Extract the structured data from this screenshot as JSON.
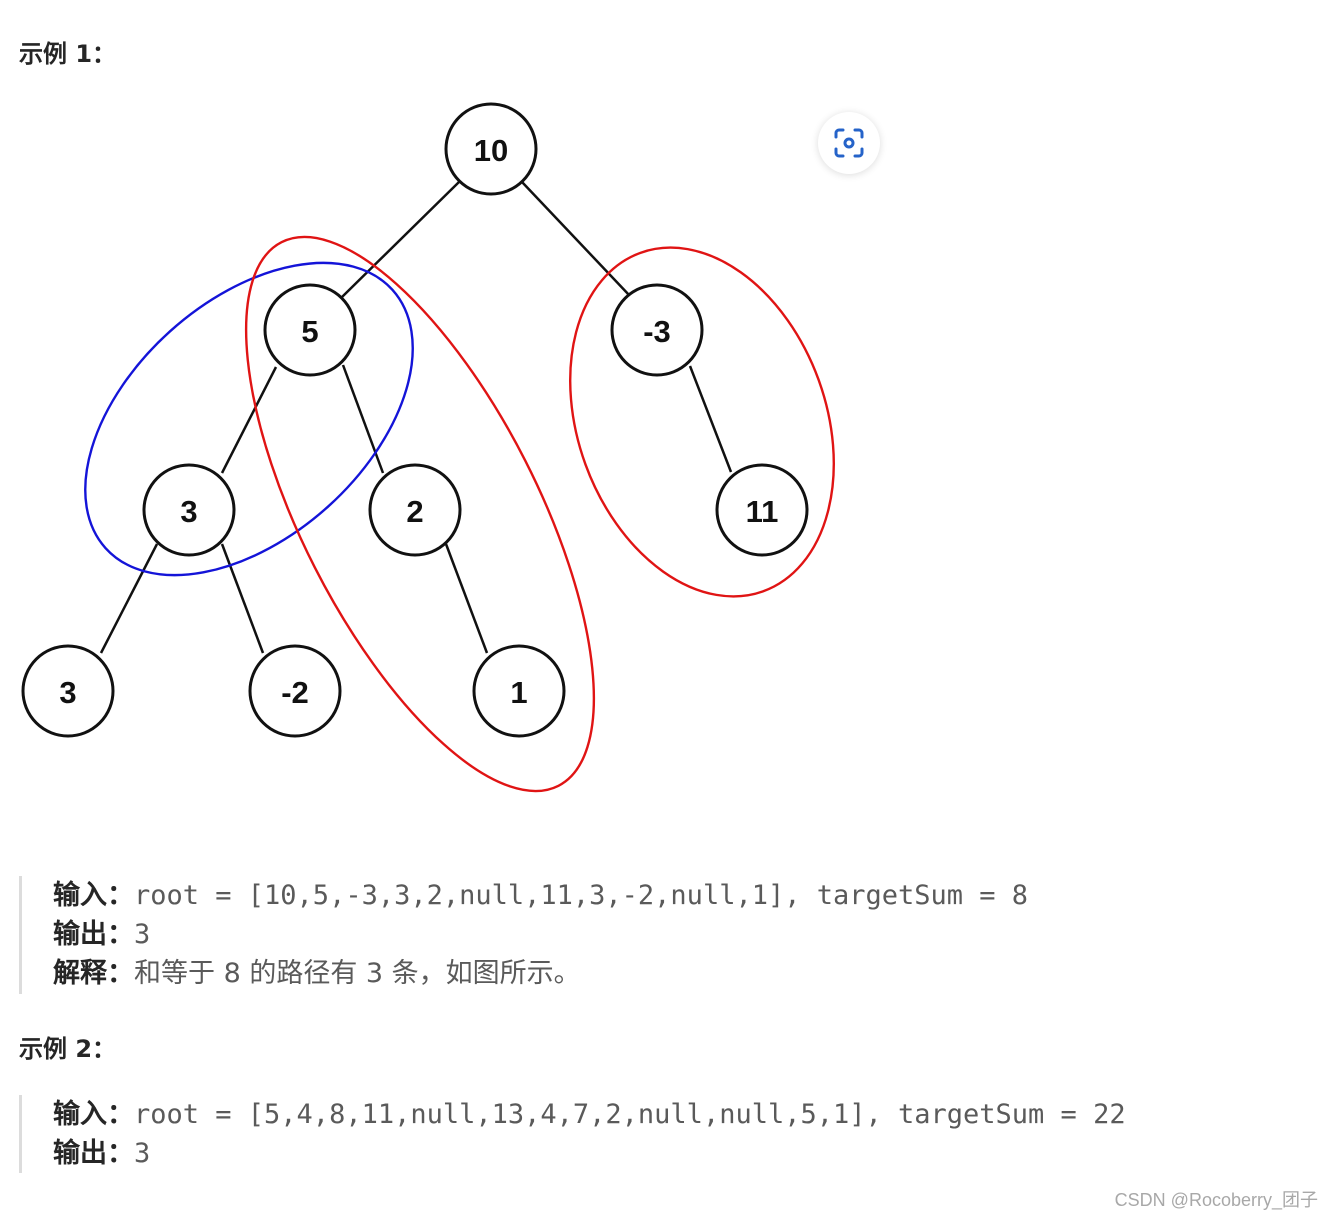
{
  "example1": {
    "heading": "示例 1：",
    "input_label": "输入：",
    "input_value": "root = [10,5,-3,3,2,null,11,3,-2,null,1], targetSum = 8",
    "output_label": "输出：",
    "output_value": "3",
    "explain_label": "解释：",
    "explain_value": "和等于 8 的路径有 3 条，如图所示。"
  },
  "tree": {
    "nodes": [
      "10",
      "5",
      "-3",
      "3",
      "2",
      "11",
      "3",
      "-2",
      "1"
    ],
    "ring_colors": {
      "blue": "#1414d8",
      "red": "#e01414"
    }
  },
  "scan_icon": "scan-lens-icon",
  "example2": {
    "heading": "示例 2：",
    "input_label": "输入：",
    "input_value": "root = [5,4,8,11,null,13,4,7,2,null,null,5,1], targetSum = 22",
    "output_label": "输出：",
    "output_value": "3"
  },
  "watermark": "CSDN @Rocoberry_团子"
}
